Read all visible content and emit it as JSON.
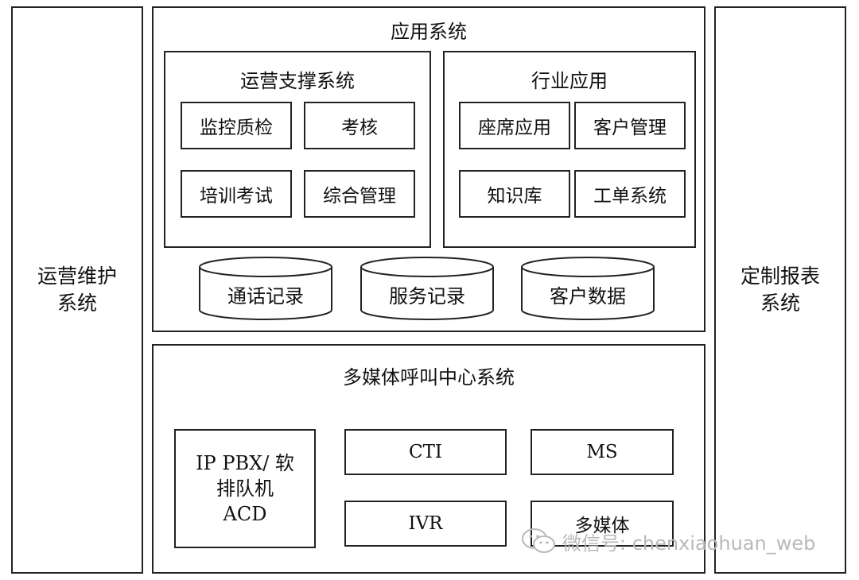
{
  "left_column": {
    "line1": "运营维护",
    "line2": "系统"
  },
  "right_column": {
    "line1": "定制报表",
    "line2": "系统"
  },
  "app_system": {
    "title": "应用系统",
    "operations_support": {
      "title": "运营支撑系统",
      "items": [
        "监控质检",
        "考核",
        "培训考试",
        "综合管理"
      ]
    },
    "industry_apps": {
      "title": "行业应用",
      "items": [
        "座席应用",
        "客户管理",
        "知识库",
        "工单系统"
      ]
    },
    "databases": [
      "通话记录",
      "服务记录",
      "客户数据"
    ]
  },
  "call_center": {
    "title": "多媒体呼叫中心系统",
    "pbx": {
      "line1": "IP PBX/ 软",
      "line2": "排队机",
      "line3": "ACD"
    },
    "cti": "CTI",
    "ms": "MS",
    "ivr": "IVR",
    "multimedia": "多媒体"
  },
  "watermark": {
    "text": "微信号: chenxiaohuan_web"
  }
}
